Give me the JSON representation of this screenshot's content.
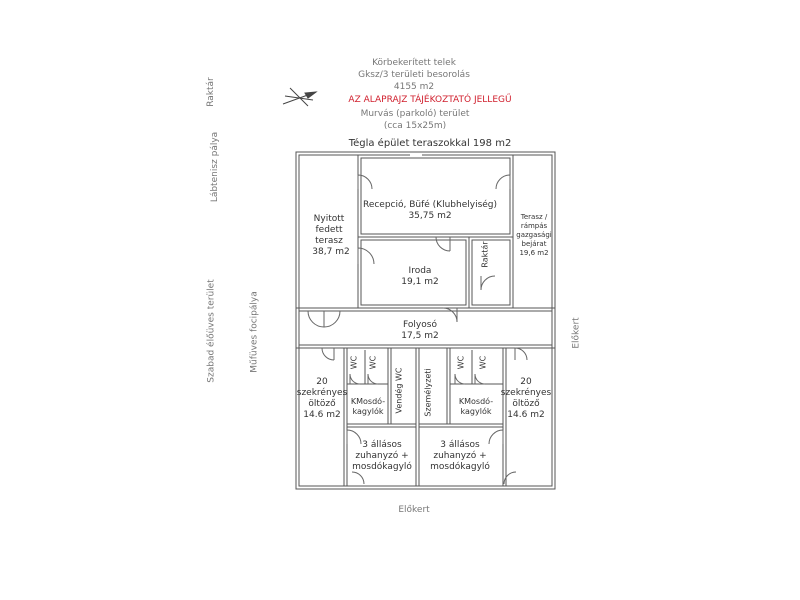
{
  "header": {
    "line1": "Körbekerített telek",
    "line2": "Gksz/3 területi besorolás",
    "line3": "4155 m2",
    "warning": "AZ ALAPRAJZ TÁJÉKOZTATÓ JELLEGŰ",
    "parking1": "Murvás (parkoló) terület",
    "parking2": "(cca 15x25m)"
  },
  "building_title": "Tégla épület teraszokkal 198 m2",
  "surroundings": {
    "raktar_left": "Raktár",
    "labtenisz": "Lábtenisz pálya",
    "szabad": "Szabad élőüves terület",
    "mufuves": "Műfüves focipálya",
    "elokert_right": "Előkert",
    "elokert_bottom": "Előkert"
  },
  "rooms": {
    "recepcio_name": "Recepció, Büfé (Klubhelyiség)",
    "recepcio_area": "35,75 m2",
    "nyitott_1": "Nyitott",
    "nyitott_2": "fedett",
    "nyitott_3": "terasz",
    "nyitott_area": "38,7 m2",
    "terasz_1": "Terasz /",
    "terasz_2": "rámpás",
    "terasz_3": "gazgasági",
    "terasz_4": "bejárat",
    "terasz_area": "19,6 m2",
    "raktar": "Raktár",
    "iroda_name": "Iroda",
    "iroda_area": "19,1 m2",
    "folyoso_name": "Folyosó",
    "folyoso_area": "17,5 m2",
    "oltozo_l1": "20",
    "oltozo_l2": "szekrényes",
    "oltozo_l3": "öltöző",
    "oltozo_l_area": "14.6 m2",
    "oltozo_r1": "20",
    "oltozo_r2": "szekrényes",
    "oltozo_r3": "öltöző",
    "oltozo_r_area": "14.6 m2",
    "wc": "WC",
    "mosdo_l": "KMosdó-",
    "mosdo_l2": "kagylók",
    "mosdo_r": "KMosdó-",
    "mosdo_r2": "kagylók",
    "vendeg": "Vendég WC",
    "szemelyzeti": "Személyzeti",
    "zuhany_l1": "3 állásos",
    "zuhany_l2": "zuhanyzó +",
    "zuhany_l3": "mosdókagyló",
    "zuhany_r1": "3 állásos",
    "zuhany_r2": "zuhanyzó +",
    "zuhany_r3": "mosdókagyló"
  },
  "colors": {
    "wall": "#555555",
    "warning": "#d0202e",
    "text": "#333333",
    "muted": "#777777"
  }
}
